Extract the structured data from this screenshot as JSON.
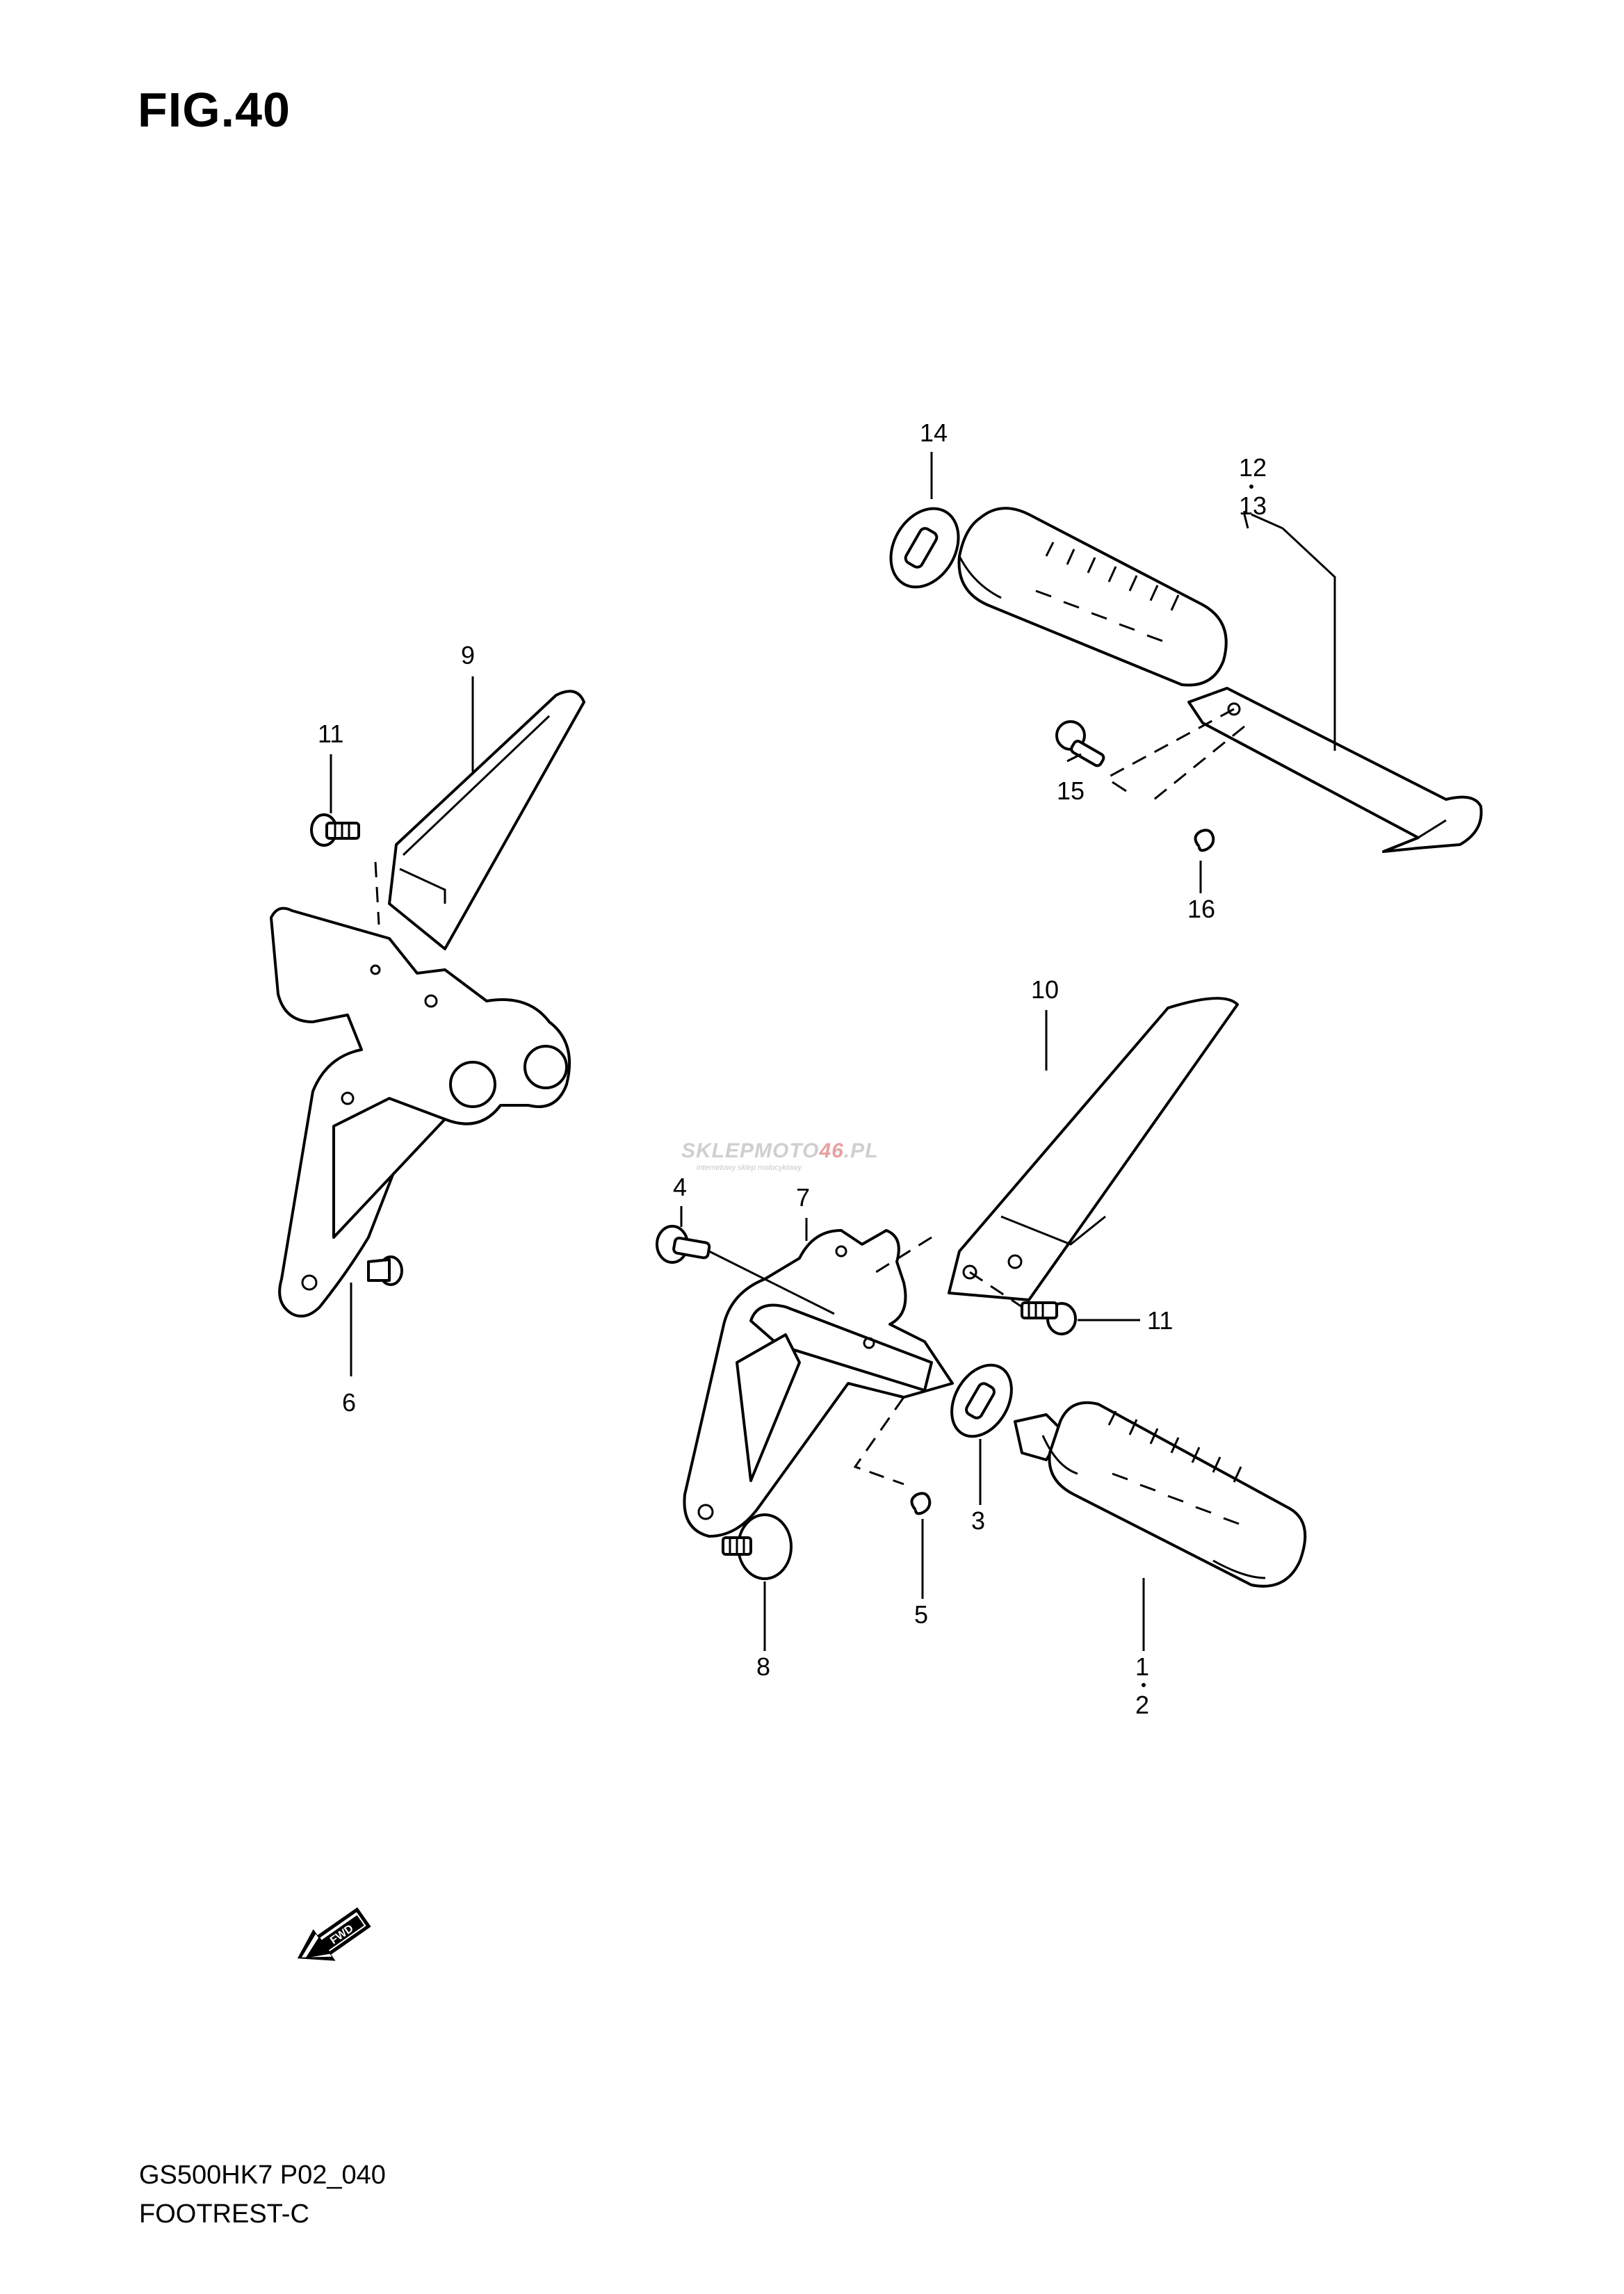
{
  "figure": {
    "title": "FIG.40",
    "code": "GS500HK7 P02_040",
    "name": "FOOTREST-C"
  },
  "callouts": {
    "c1": "1",
    "c2": "2",
    "c3": "3",
    "c4": "4",
    "c5": "5",
    "c6": "6",
    "c7": "7",
    "c8": "8",
    "c9": "9",
    "c10": "10",
    "c11a": "11",
    "c11b": "11",
    "c12": "12",
    "c13": "13",
    "c14": "14",
    "c15": "15",
    "c16": "16"
  },
  "fwd_arrow": {
    "label": "FWD"
  },
  "watermark": {
    "brand_a": "SKLEPMOTO",
    "brand_b": "46",
    "brand_c": ".PL",
    "tagline": "internetowy sklep motocyklowy"
  }
}
